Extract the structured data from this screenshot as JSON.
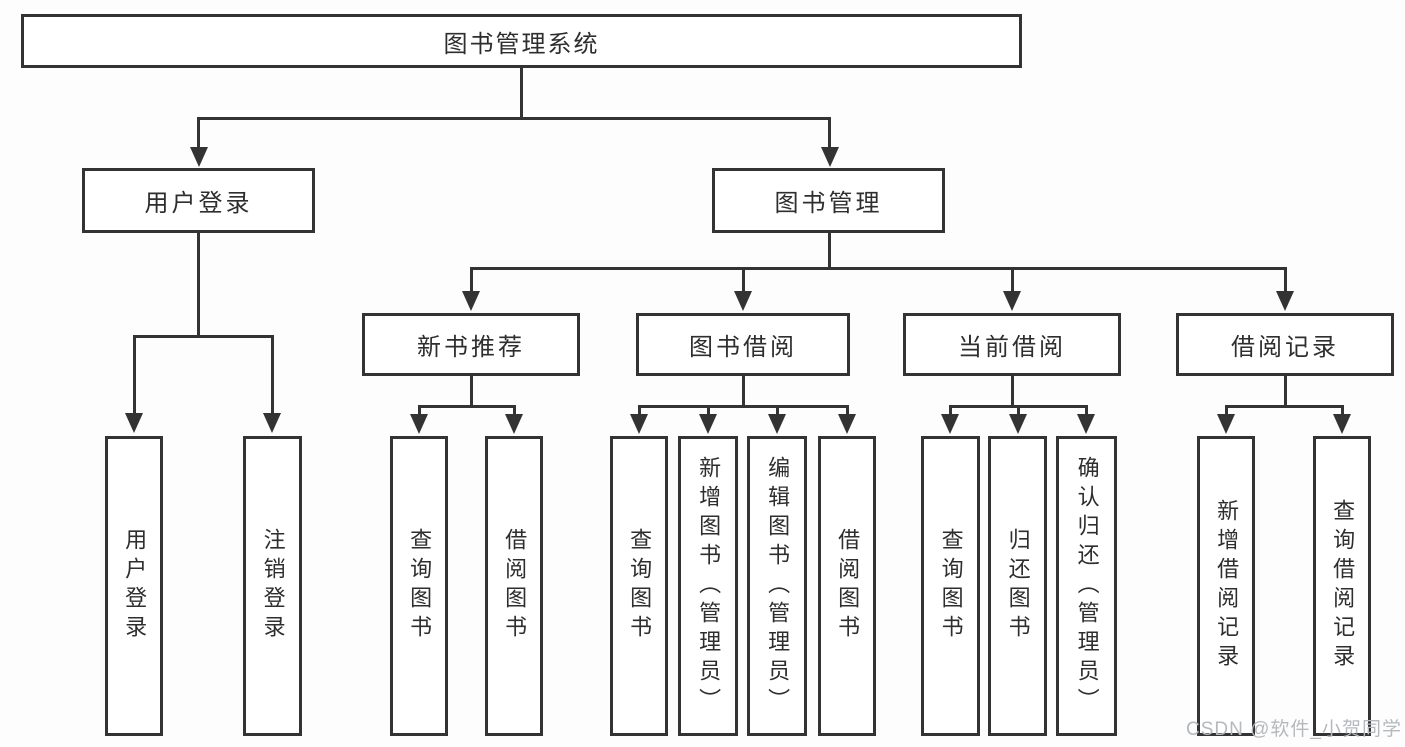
{
  "tree": {
    "root": "图书管理系统",
    "children": [
      {
        "label": "用户登录",
        "children": [
          "用户登录",
          "注销登录"
        ]
      },
      {
        "label": "图书管理",
        "children": [
          {
            "label": "新书推荐",
            "children": [
              "查询图书",
              "借阅图书"
            ]
          },
          {
            "label": "图书借阅",
            "children": [
              "查询图书",
              "新增图书（管理员）",
              "编辑图书（管理员）",
              "借阅图书"
            ]
          },
          {
            "label": "当前借阅",
            "children": [
              "查询图书",
              "归还图书",
              "确认归还（管理员）"
            ]
          },
          {
            "label": "借阅记录",
            "children": [
              "新增借阅记录",
              "查询借阅记录"
            ]
          }
        ]
      }
    ]
  },
  "watermark": "CSDN @软件_小贺同学",
  "colors": {
    "line": "#333333",
    "text": "#2e2e2e",
    "watermark": "#b5b9bd",
    "background": "#ffffff"
  }
}
